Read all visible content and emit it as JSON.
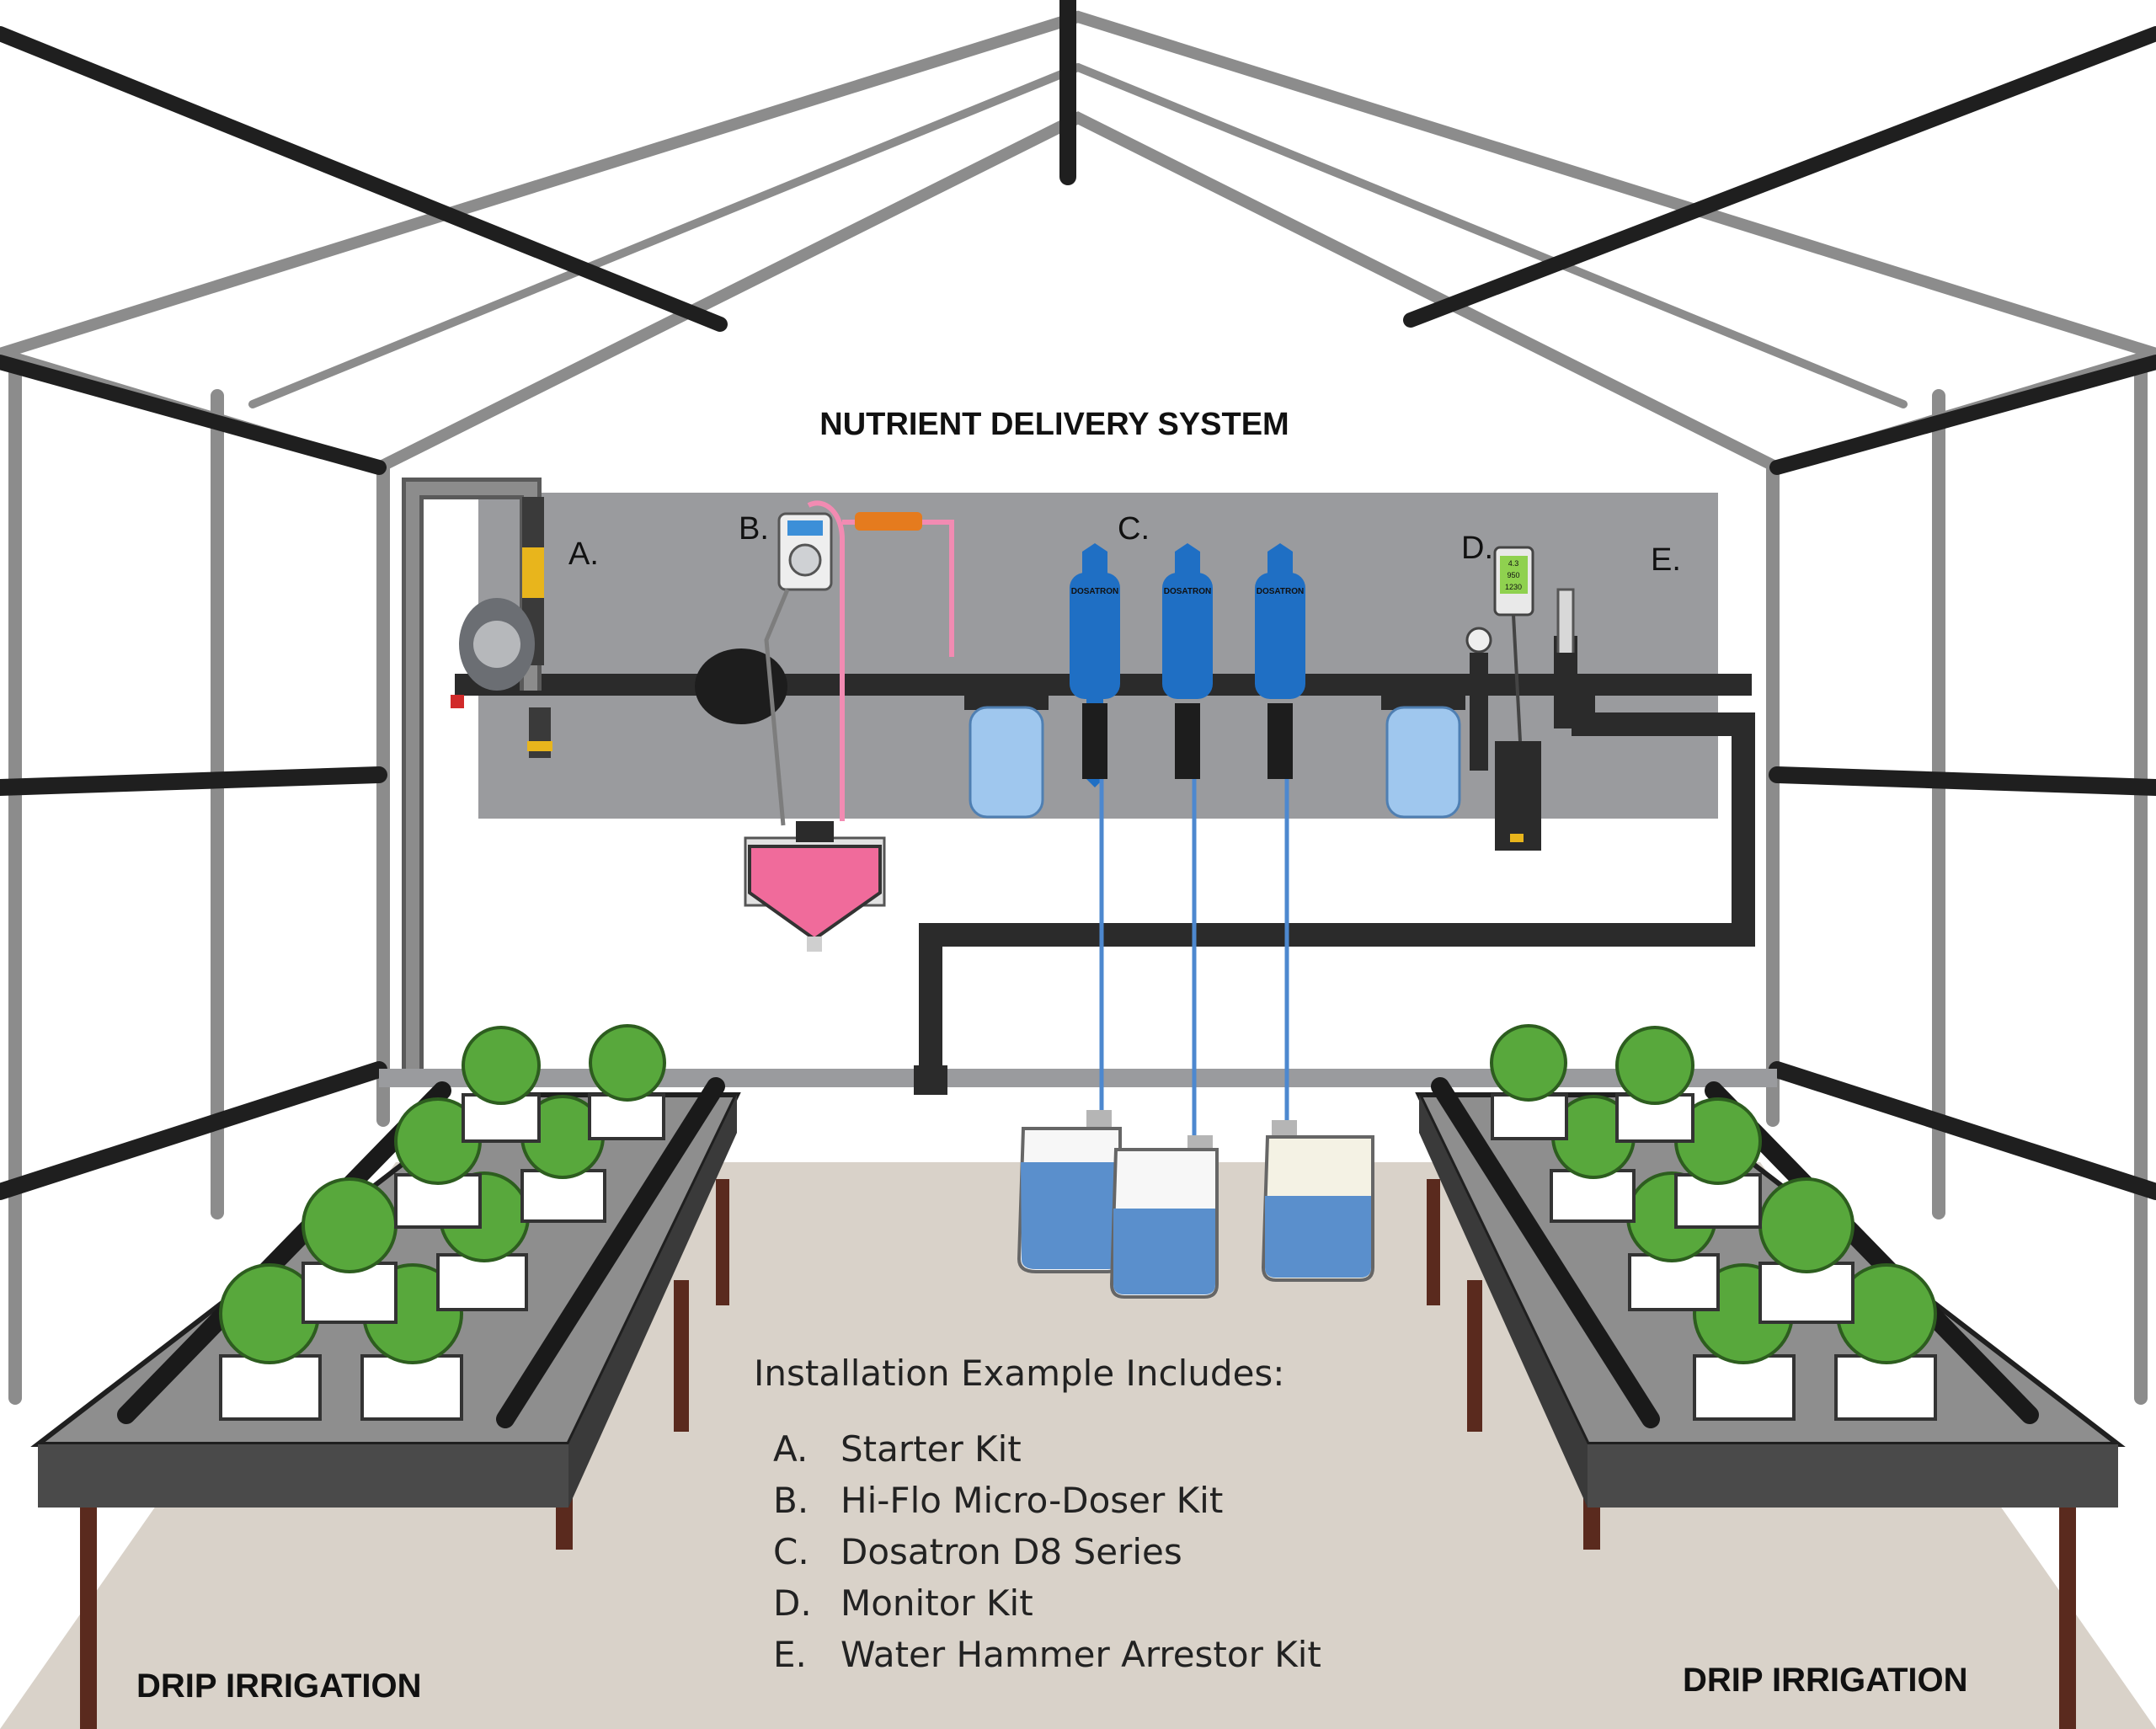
{
  "title": "NUTRIENT DELIVERY SYSTEM",
  "panel_labels": {
    "a": "A.",
    "b": "B.",
    "c": "C.",
    "d": "D.",
    "e": "E."
  },
  "injector_brand": "DOSATRON",
  "monitor_readings": [
    "4.3",
    "950",
    "1230"
  ],
  "installation": {
    "heading": "Installation Example Includes:",
    "items": [
      {
        "letter": "A.",
        "label": "Starter Kit"
      },
      {
        "letter": "B.",
        "label": "Hi-Flo Micro-Doser Kit"
      },
      {
        "letter": "C.",
        "label": "Dosatron D8 Series"
      },
      {
        "letter": "D.",
        "label": "Monitor Kit"
      },
      {
        "letter": "E.",
        "label": "Water Hammer Arrestor Kit"
      }
    ]
  },
  "bench_labels": {
    "left": "DRIP IRRIGATION",
    "right": "DRIP IRRIGATION"
  },
  "colors": {
    "frame_gray": "#8c8c8c",
    "frame_black": "#1f1f1f",
    "panel_gray": "#9a9b9e",
    "floor": "#d9d2c9",
    "pipe": "#2b2b2b",
    "injector_blue": "#1f6fc4",
    "tank_pink": "#f06b9b",
    "water_blue": "#5a8fcc",
    "leaf_green": "#58a83c"
  }
}
